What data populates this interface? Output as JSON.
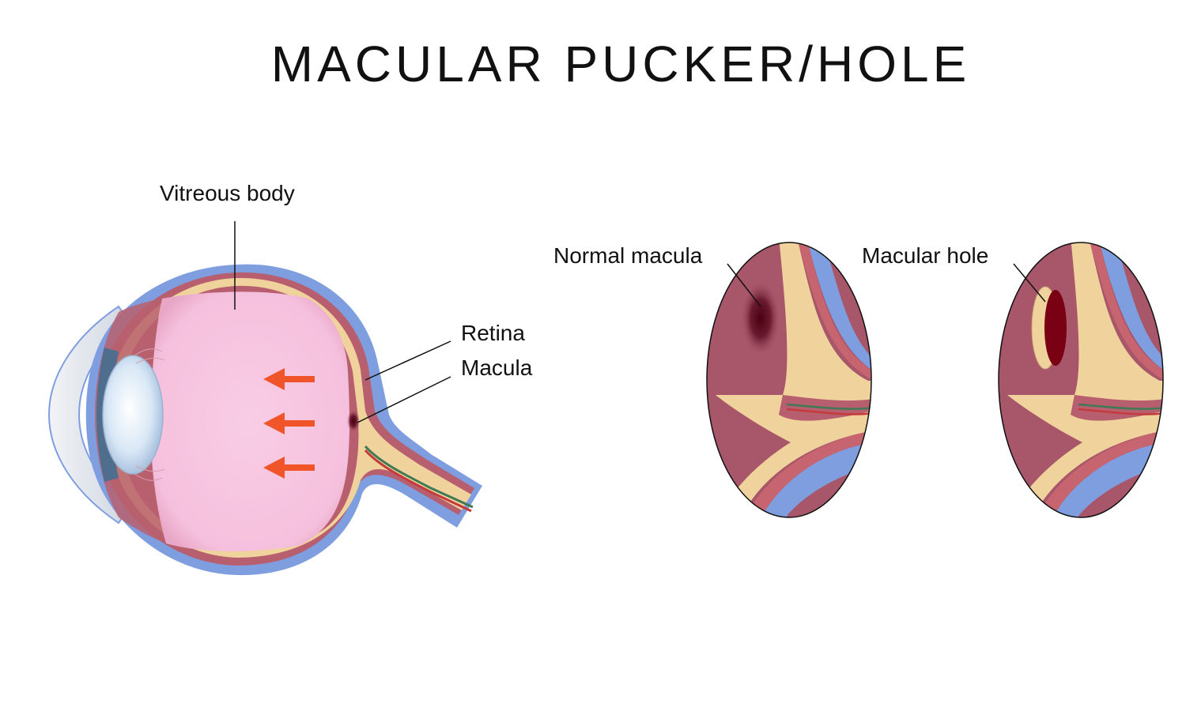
{
  "title": "MACULAR PUCKER/HOLE",
  "labels": {
    "vitreous_body": "Vitreous body",
    "retina": "Retina",
    "macula": "Macula",
    "normal_macula": "Normal macula",
    "macular_hole": "Macular hole"
  },
  "colors": {
    "sclera_blue": "#7f9ee0",
    "choroid": "#b85f6f",
    "retina_yellow": "#f0d39c",
    "vitreous_pink": "#f8c9e3",
    "arrow_orange": "#f0552a",
    "macula_dark": "#4a0012"
  }
}
